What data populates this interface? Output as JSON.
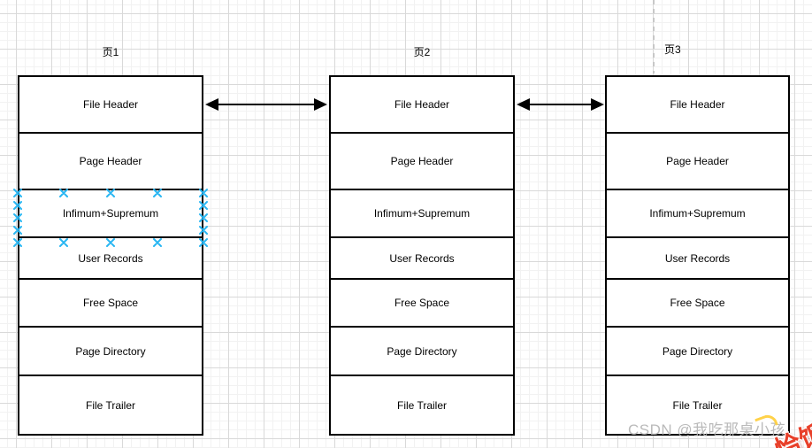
{
  "diagram": {
    "pages": [
      {
        "label": "页1",
        "rows": [
          "File Header",
          "Page Header",
          "Infimum+Supremum",
          "User Records",
          "Free Space",
          "Page Directory",
          "File Trailer"
        ]
      },
      {
        "label": "页2",
        "rows": [
          "File Header",
          "Page Header",
          "Infimum+Supremum",
          "User Records",
          "Free Space",
          "Page Directory",
          "File Trailer"
        ]
      },
      {
        "label": "页3",
        "rows": [
          "File Header",
          "Page Header",
          "Infimum+Supremum",
          "User Records",
          "Free Space",
          "Page Directory",
          "File Trailer"
        ]
      }
    ],
    "connections": [
      {
        "from": "页1",
        "to": "页2",
        "type": "double-arrow",
        "anchor": "File Header"
      },
      {
        "from": "页2",
        "to": "页3",
        "type": "double-arrow",
        "anchor": "File Header"
      }
    ],
    "selected_cell": {
      "page": "页1",
      "row": "Infimum+Supremum"
    },
    "watermark": {
      "text": "CSDN @我吃那桌小孩",
      "color": "#b3b3b3"
    },
    "badge": {
      "text": "恰饭",
      "color": "#e8402a"
    },
    "colors": {
      "shape_border": "#000000",
      "connection_point": "#29b6f2",
      "grid_minor": "#f2f2f2",
      "grid_major": "#d9d9d9",
      "page_guide_dash": "#c8c8c8"
    }
  }
}
